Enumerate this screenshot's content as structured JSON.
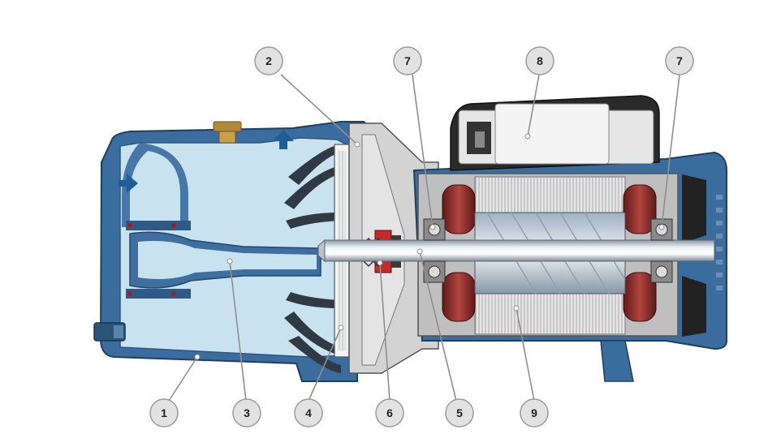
{
  "callouts": {
    "c1": "1",
    "c2": "2",
    "c3": "3",
    "c4": "4",
    "c5": "5",
    "c6": "6",
    "c7_left": "7",
    "c7_right": "7",
    "c8": "8",
    "c9": "9"
  },
  "colors": {
    "casing_blue": "#3a6c9e",
    "water_light_blue": "#c9e2f0",
    "motor_grey": "#d9d9d9",
    "winding_red": "#8b2a2a",
    "arrow_blue": "#1f5d96"
  },
  "icons": {
    "inlet_arrow": "arrow-right-icon",
    "outlet_arrow": "arrow-up-icon"
  }
}
